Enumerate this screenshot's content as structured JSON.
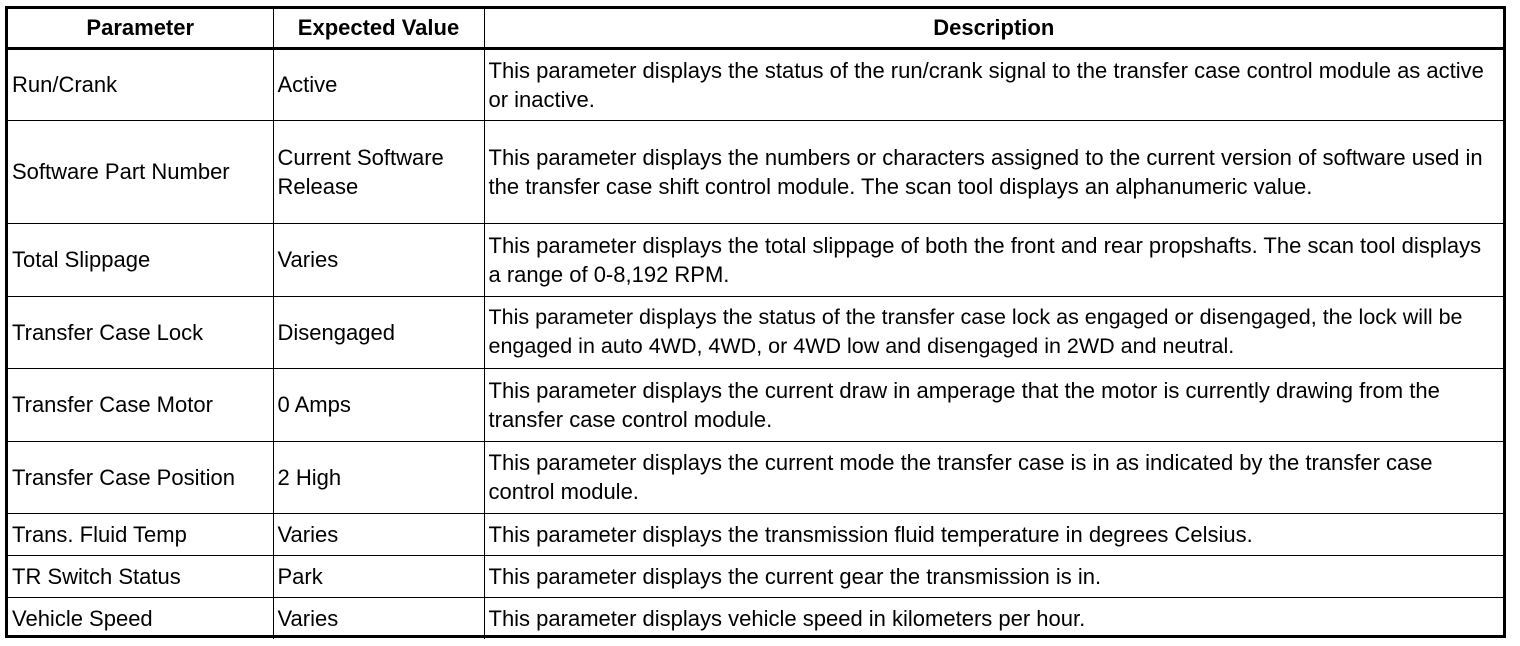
{
  "table": {
    "headers": [
      "Parameter",
      "Expected Value",
      "Description"
    ],
    "rows": [
      {
        "parameter": "Run/Crank",
        "expected": "Active",
        "description": "This parameter displays the status of the run/crank signal to the transfer case control module as active or inactive."
      },
      {
        "parameter": "Software Part Number",
        "expected": "Current Software Release",
        "description": "This parameter displays the numbers or characters assigned to the current version of software used in the transfer case shift control module. The scan tool displays an alphanumeric value."
      },
      {
        "parameter": "Total Slippage",
        "expected": "Varies",
        "description": "This parameter displays the total slippage of both the front and rear propshafts. The scan tool displays a range of 0-8,192 RPM."
      },
      {
        "parameter": "Transfer Case Lock",
        "expected": "Disengaged",
        "description": "This parameter displays the status of the transfer case lock as engaged or disengaged, the lock will be engaged in auto 4WD, 4WD, or 4WD low and disengaged in 2WD and neutral."
      },
      {
        "parameter": "Transfer Case Motor",
        "expected": "0 Amps",
        "description": "This parameter displays the current draw in amperage that the motor is currently drawing from the transfer case control module."
      },
      {
        "parameter": "Transfer Case Position",
        "expected": "2 High",
        "description": "This parameter displays the current mode the transfer case is in as indicated by the transfer case control module."
      },
      {
        "parameter": "Trans. Fluid Temp",
        "expected": "Varies",
        "description": "This parameter displays the transmission fluid temperature in degrees Celsius."
      },
      {
        "parameter": "TR Switch Status",
        "expected": "Park",
        "description": "This parameter displays the current gear the transmission is in."
      },
      {
        "parameter": "Vehicle Speed",
        "expected": "Varies",
        "description": "This parameter displays vehicle speed in kilometers per hour."
      }
    ]
  }
}
